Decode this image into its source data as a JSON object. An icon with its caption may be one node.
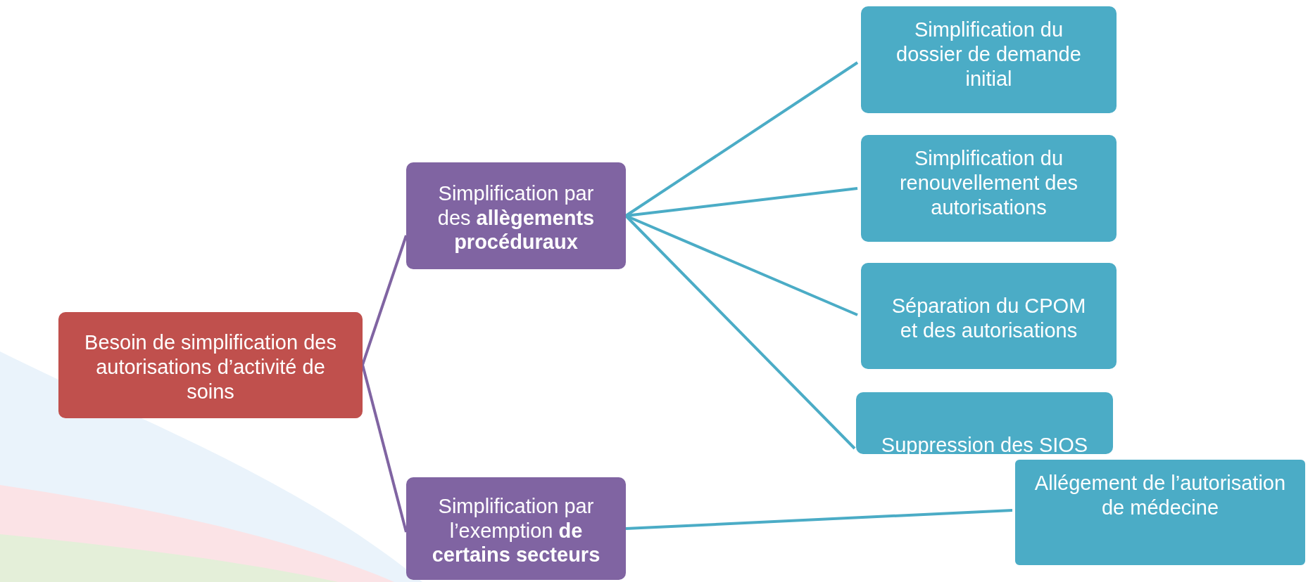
{
  "diagram": {
    "nodes": [
      {
        "text": [
          "Besoin de simplification des autorisations d’activité de soins"
        ]
      },
      {
        "text": [
          "Simplification par des **allègements procéduraux**"
        ]
      },
      {
        "text": [
          "Simplification par l’exemption **de certains secteurs**"
        ]
      },
      {
        "text": [
          "Simplification du dossier de demande initial"
        ]
      },
      {
        "text": [
          "Simplification du renouvellement des autorisations"
        ]
      },
      {
        "text": [
          "Séparation du CPOM et des autorisations"
        ]
      },
      {
        "text": [
          "Suppression des SIOS"
        ]
      },
      {
        "text": [
          "Allégement de l’autorisation de médecine"
        ]
      }
    ],
    "edges": [
      {
        "from": 0,
        "to": 1,
        "arrow": "none",
        "color": "#8064a2"
      },
      {
        "from": 0,
        "to": 2,
        "arrow": "none",
        "color": "#8064a2"
      },
      {
        "from": 1,
        "to": 3,
        "arrow": "none"
      },
      {
        "from": 1,
        "to": 4,
        "arrow": "none"
      },
      {
        "from": 1,
        "to": 5,
        "arrow": "none"
      },
      {
        "from": 1,
        "to": 6,
        "arrow": "none"
      },
      {
        "from": 2,
        "to": 7,
        "arrow": "none"
      }
    ]
  }
}
